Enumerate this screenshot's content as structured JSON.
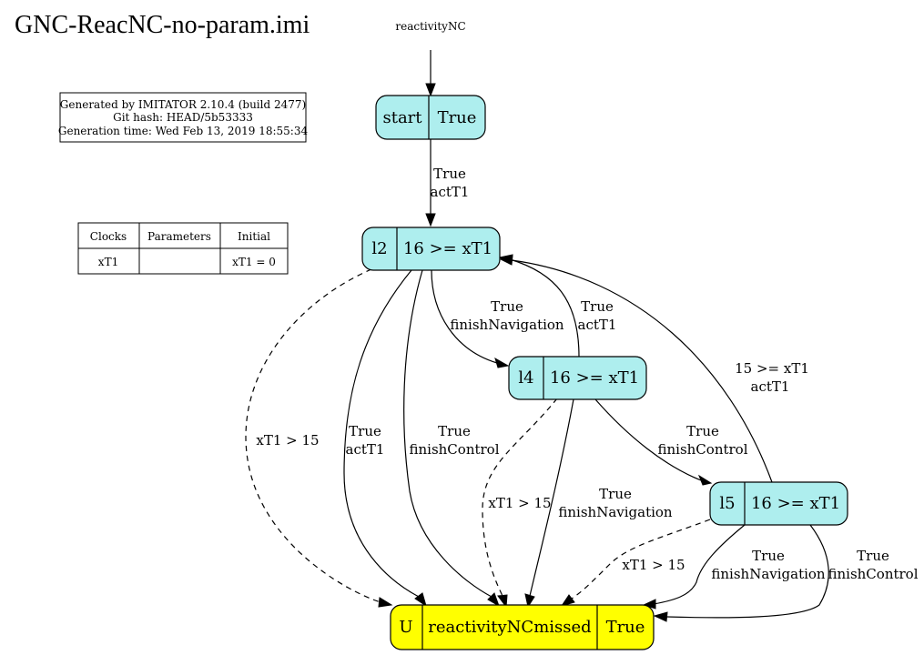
{
  "title": "GNC-ReacNC-no-param.imi",
  "automaton_name": "reactivityNC",
  "info_box": {
    "line1": "Generated by IMITATOR 2.10.4 (build 2477)",
    "line2": "Git hash: HEAD/5b53333",
    "line3": "Generation time: Wed Feb 13, 2019 18:55:34"
  },
  "var_table": {
    "headers": [
      "Clocks",
      "Parameters",
      "Initial"
    ],
    "row": [
      "xT1",
      "",
      "xT1 = 0"
    ]
  },
  "colors": {
    "location_fill": "#aeeeee",
    "urgent_fill": "#ffff00"
  },
  "locations": {
    "start": {
      "name": "start",
      "invariant": "True"
    },
    "l2": {
      "name": "l2",
      "invariant": "16 >= xT1"
    },
    "l4": {
      "name": "l4",
      "invariant": "16 >= xT1"
    },
    "l5": {
      "name": "l5",
      "invariant": "16 >= xT1"
    },
    "missed": {
      "flag": "U",
      "name": "reactivityNCmissed",
      "invariant": "True"
    }
  },
  "edges": {
    "start_l2": {
      "guard": "True",
      "action": "actT1"
    },
    "l2_l4": {
      "guard": "True",
      "action": "finishNavigation"
    },
    "l4_l2": {
      "guard": "True",
      "action": "actT1"
    },
    "l5_l2": {
      "guard": "15 >= xT1",
      "action": "actT1"
    },
    "l4_l5": {
      "guard": "True",
      "action": "finishControl"
    },
    "l2_missed_timeout": {
      "guard": "xT1 > 15"
    },
    "l2_missed_act": {
      "guard": "True",
      "action": "actT1"
    },
    "l2_missed_control": {
      "guard": "True",
      "action": "finishControl"
    },
    "l4_missed_timeout": {
      "guard": "xT1 > 15"
    },
    "l4_missed_nav": {
      "guard": "True",
      "action": "finishNavigation"
    },
    "l5_missed_timeout": {
      "guard": "xT1 > 15"
    },
    "l5_missed_nav": {
      "guard": "True",
      "action": "finishNavigation"
    },
    "l5_missed_control": {
      "guard": "True",
      "action": "finishControl"
    }
  }
}
